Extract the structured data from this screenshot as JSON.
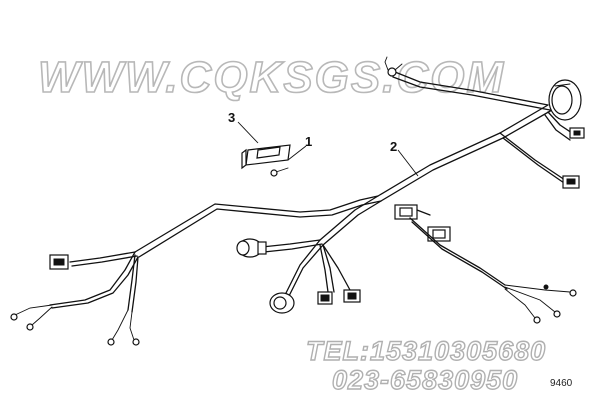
{
  "watermark": {
    "site": "WWW.CQKSGS.COM",
    "tel": "TEL:15310305680",
    "phone": "023-65830950"
  },
  "callouts": {
    "bracket": "3",
    "screw": "1",
    "harness": "2"
  },
  "figure_id": "9460"
}
